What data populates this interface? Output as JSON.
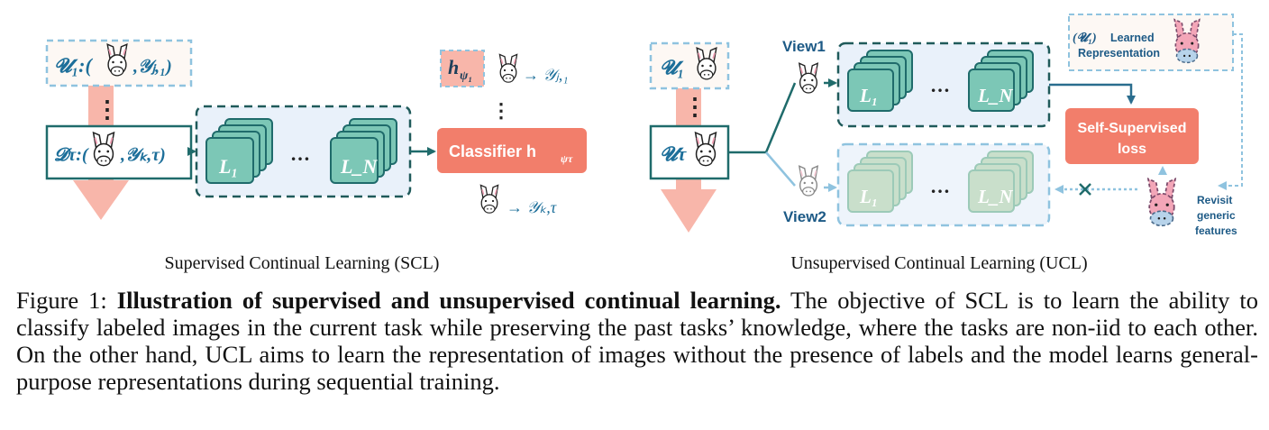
{
  "scl": {
    "title": "Supervised Continual Learning (SCL)",
    "task1_label": "𝓤₁:(",
    "task1_label_end": ",𝒴ⱼ,₁)",
    "dots": "⋮",
    "taskT_label": "𝓓τ:(",
    "taskT_label_end": ",𝒴ₖ,τ)",
    "layer_first": "L₁",
    "layer_ellipsis": "…",
    "layer_last": "L_N",
    "head_label": "h",
    "head_sub": "ψ₁",
    "head_output": "→ 𝒴ⱼ,₁",
    "classifier_label": "Classifier h",
    "classifier_sub": "ψτ",
    "classifier_output": "→ 𝒴ₖ,τ"
  },
  "ucl": {
    "title": "Unsupervised Continual Learning (UCL)",
    "task1_label": "𝓤₁",
    "dots": "⋮",
    "taskT_label": "𝓤τ",
    "view1": "View1",
    "view2": "View2",
    "layer_first": "L₁",
    "layer_ellipsis": "…",
    "layer_last": "L_N",
    "loss_line1": "Self-Supervised",
    "loss_line2": "loss",
    "learned_prefix": "(𝓤₁)",
    "learned_line1": "Learned",
    "learned_line2": "Representation",
    "revisit_line1": "Revisit",
    "revisit_line2": "generic",
    "revisit_line3": "features"
  },
  "caption": {
    "prefix": "Figure 1: ",
    "bold": "Illustration of supervised and unsupervised continual learning.",
    "body": " The objective of SCL is to learn the ability to classify labeled images in the current task while preserving the past tasks’ knowledge, where the tasks are non-iid to each other. On the other hand, UCL aims to learn the representation of images without the presence of labels and the model learns general-purpose representations during sequential training."
  },
  "colors": {
    "teal": "#1f6b6b",
    "layer_fill": "#7cc7b6",
    "layer_fill_faded": "#c9dfcb",
    "panel_fill": "#e9f1fa",
    "dashed_blue": "#8fc3df",
    "salmon": "#f27e6b",
    "salmon_light": "#f8b6aa",
    "pink": "#f3a6b8"
  }
}
